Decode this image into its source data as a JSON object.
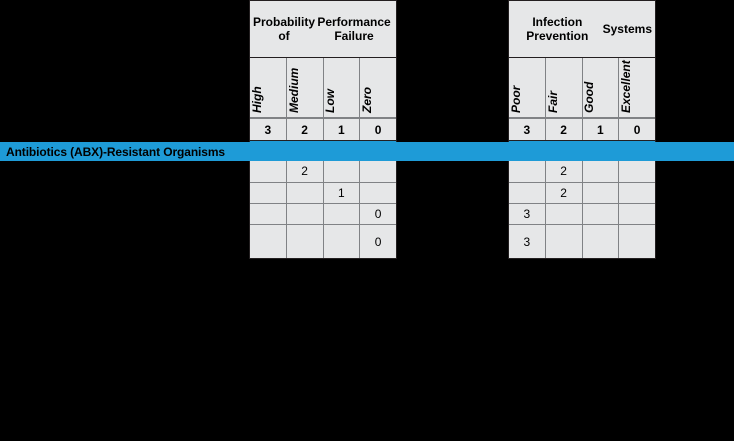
{
  "colors": {
    "background": "#000000",
    "band_blue": "#1e9bd7",
    "cell_fill": "#e6e7e8",
    "border_dark": "#231f20",
    "border_light": "#808285",
    "text": "#000000"
  },
  "category_band": {
    "label": "Antibiotics (ABX)-Resistant Organisms"
  },
  "blocks": [
    {
      "id": "probability-of-performance-failure",
      "title": "Probability of\nPerformance Failure",
      "title_line1": "Probability of",
      "title_line2": "Performance Failure",
      "columns": [
        {
          "label": "High",
          "score": "3"
        },
        {
          "label": "Medium",
          "score": "2"
        },
        {
          "label": "Low",
          "score": "1"
        },
        {
          "label": "Zero",
          "score": "0"
        }
      ],
      "rows": [
        {
          "cells": [
            "",
            "2",
            "",
            ""
          ],
          "height": 23
        },
        {
          "cells": [
            "",
            "",
            "1",
            ""
          ],
          "height": 21
        },
        {
          "cells": [
            "",
            "",
            "",
            "0"
          ],
          "height": 21
        },
        {
          "cells": [
            "",
            "",
            "",
            "0"
          ],
          "height": 34
        }
      ]
    },
    {
      "id": "infection-prevention-systems",
      "title": "Infection Prevention\nSystems",
      "title_line1": "Infection Prevention",
      "title_line2": "Systems",
      "columns": [
        {
          "label": "Poor",
          "score": "3"
        },
        {
          "label": "Fair",
          "score": "2"
        },
        {
          "label": "Good",
          "score": "1"
        },
        {
          "label": "Excellent",
          "score": "0"
        }
      ],
      "rows": [
        {
          "cells": [
            "",
            "2",
            "",
            ""
          ],
          "height": 23
        },
        {
          "cells": [
            "",
            "2",
            "",
            ""
          ],
          "height": 21
        },
        {
          "cells": [
            "3",
            "",
            "",
            ""
          ],
          "height": 21
        },
        {
          "cells": [
            "3",
            "",
            "",
            ""
          ],
          "height": 34
        }
      ]
    }
  ]
}
